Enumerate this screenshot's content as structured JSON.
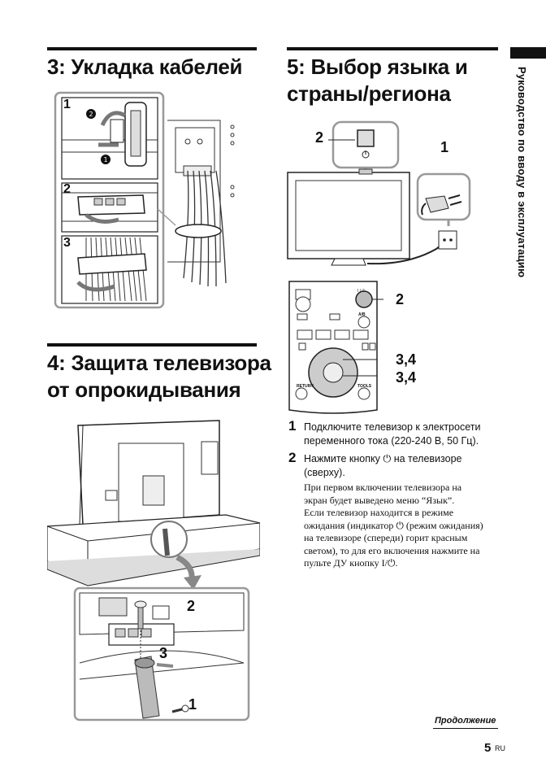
{
  "sidebar": {
    "title": "Руководство по вводу в эксплуатацию"
  },
  "section3": {
    "title": "3: Укладка кабелей",
    "callouts": [
      "1",
      "2",
      "3"
    ]
  },
  "section4": {
    "title_line1": "4: Защита телевизора",
    "title_line2": "от опрокидывания",
    "callouts": [
      "2",
      "3",
      "1"
    ]
  },
  "section5": {
    "title_line1": "5: Выбор языка и",
    "title_line2": "страны/региона",
    "tv_callouts": [
      "2",
      "1"
    ],
    "remote_callouts": [
      "2",
      "3,4",
      "3,4"
    ],
    "remote_labels": {
      "return": "RETURN",
      "tools": "TOOLS",
      "ab": "A/B",
      "power": "I / ⏻"
    },
    "steps": [
      {
        "num": "1",
        "line1": "Подключите телевизор к электросети",
        "line2": "переменного тока (220-240 В, 50 Гц)."
      },
      {
        "num": "2",
        "line1": "Нажмите кнопку ⏻ на телевизоре",
        "line2": "(сверху)."
      }
    ],
    "note_lines": [
      "При первом включении телевизора на",
      "экран будет выведено меню “Язык”.",
      "Если телевизор находится в режиме",
      "ожидания (индикатор ⏻ (режим ожидания)",
      "на телевизоре (спереди) горит красным",
      "светом), то для его включения нажмите на",
      "пульте ДУ кнопку I/⏻."
    ]
  },
  "footer": {
    "continue": "Продолжение",
    "page": "5",
    "lang": "RU"
  }
}
